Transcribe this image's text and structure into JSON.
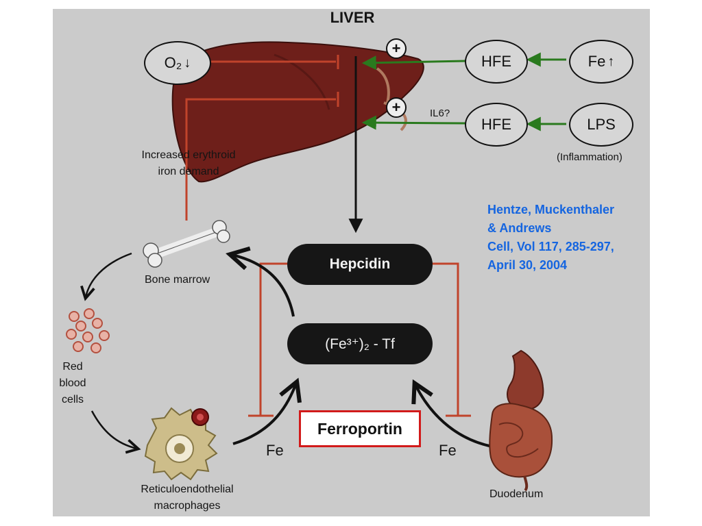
{
  "title": "LIVER",
  "nodes": {
    "o2": "O₂",
    "o2_arrow": "↓",
    "hfe_top": "HFE",
    "fe": "Fe",
    "fe_arrow": "↑",
    "hfe_bottom": "HFE",
    "lps": "LPS",
    "hepcidin": "Hepcidin",
    "transferrin": "(Fe³⁺)₂ - Tf",
    "ferroportin": "Ferroportin",
    "plus_symbol": "+"
  },
  "labels": {
    "il6": "IL6?",
    "inflammation": "(Inflammation)",
    "erythroid_line1": "Increased erythroid",
    "erythroid_line2": "iron demand",
    "bone_marrow": "Bone marrow",
    "rbc_line1": "Red",
    "rbc_line2": "blood",
    "rbc_line3": "cells",
    "macro_line1": "Reticuloendothelial",
    "macro_line2": "macrophages",
    "duodenum": "Duodenum",
    "fe_left": "Fe",
    "fe_right": "Fe"
  },
  "citation": {
    "line1": "Hentze, Muckenthaler",
    "line2": "& Andrews",
    "line3": "Cell, Vol 117, 285-297,",
    "line4": "April 30, 2004"
  },
  "colors": {
    "activation_arrow": "#2a7a1e",
    "inhibition_line": "#c0432b",
    "liver": "#6e1f1a",
    "pill": "#161616",
    "citation": "#1565e0",
    "ferroportin_border": "#d21a1a"
  }
}
